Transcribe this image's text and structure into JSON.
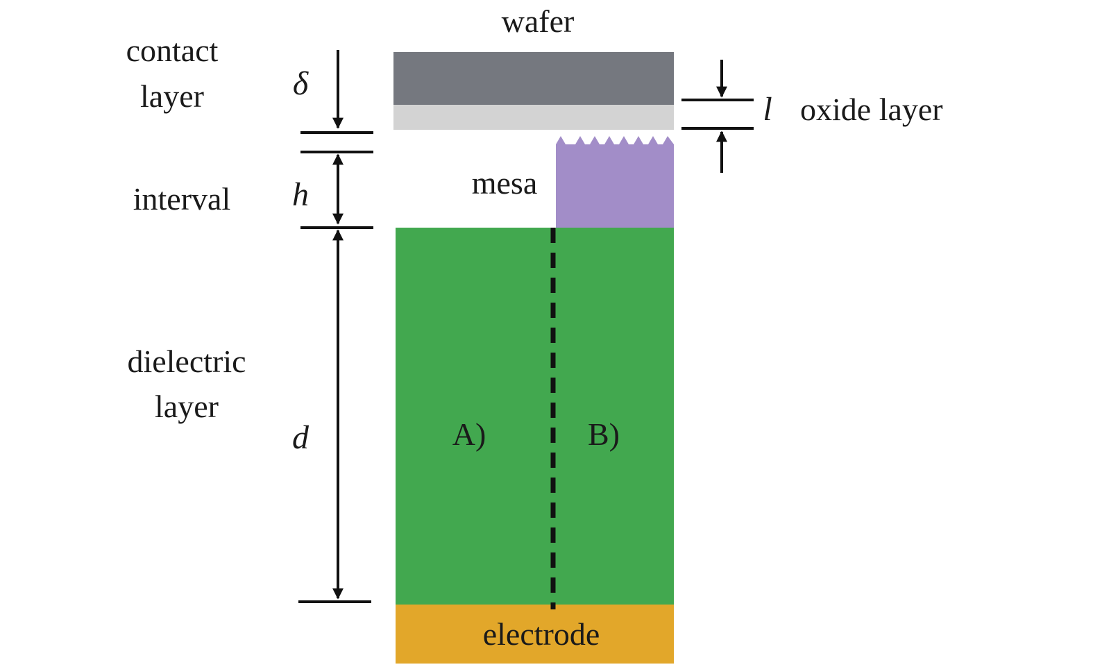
{
  "labels": {
    "wafer": "wafer",
    "contact_layer_line1": "contact",
    "contact_layer_line2": "layer",
    "interval": "interval",
    "dielectric_layer_line1": "dielectric",
    "dielectric_layer_line2": "layer",
    "mesa": "mesa",
    "oxide_layer": "oxide layer",
    "electrode": "electrode",
    "region_a": "A)",
    "region_b": "B)"
  },
  "symbols": {
    "delta": "δ",
    "h": "h",
    "d": "d",
    "l": "l"
  },
  "colors": {
    "wafer": "#75787f",
    "oxide": "#d3d3d3",
    "mesa": "#a28dc8",
    "dielectric": "#42a84f",
    "electrode": "#e2a72a",
    "lines": "#111111"
  }
}
